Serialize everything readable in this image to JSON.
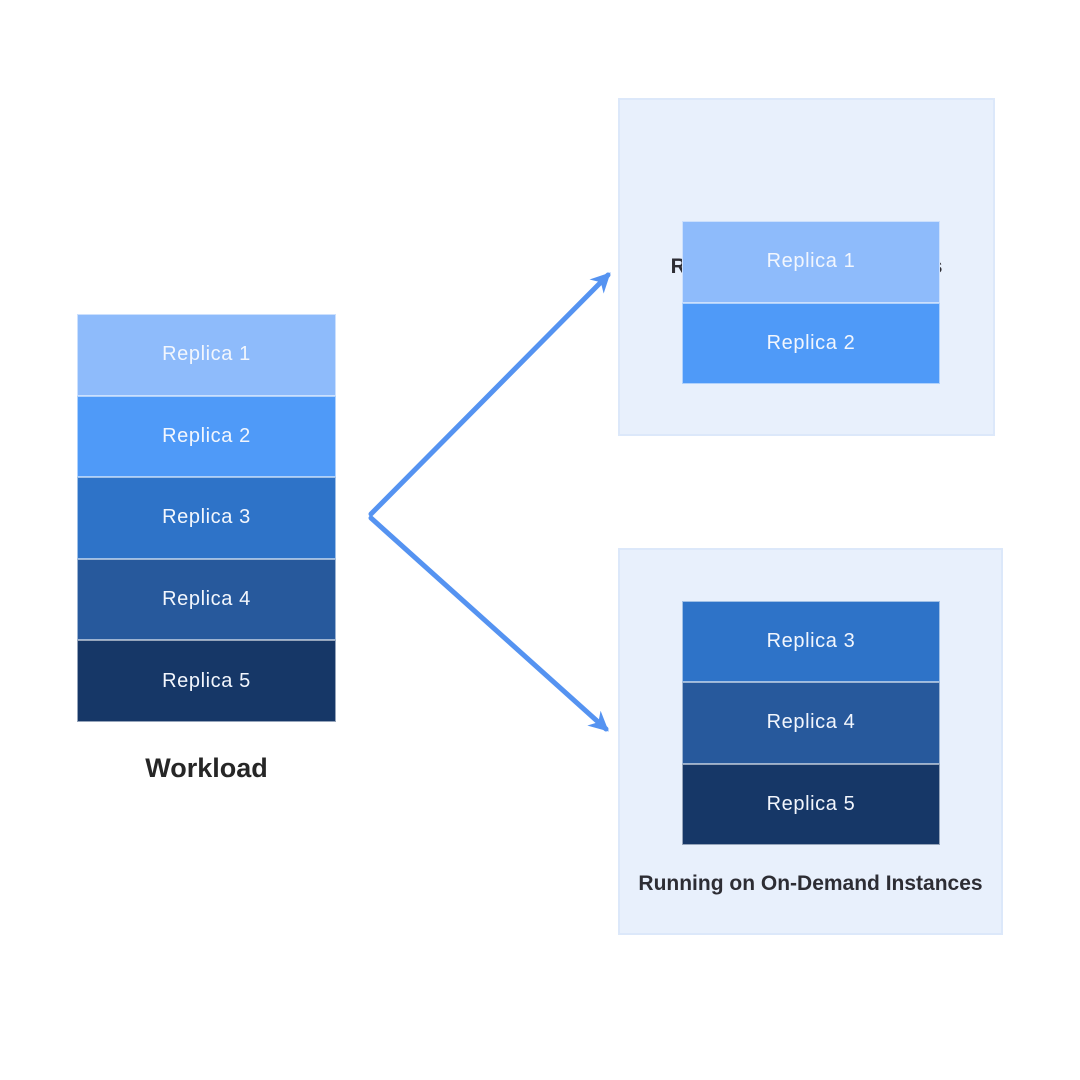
{
  "diagram": {
    "workload": {
      "label": "Workload",
      "replicas": [
        {
          "label": "Replica 1",
          "color": "#8EBBFB"
        },
        {
          "label": "Replica 2",
          "color": "#4F9AF8"
        },
        {
          "label": "Replica 3",
          "color": "#2E73C8"
        },
        {
          "label": "Replica 4",
          "color": "#27599C"
        },
        {
          "label": "Replica 5",
          "color": "#163767"
        }
      ]
    },
    "spot_panel": {
      "title": "Running on Spot Instances",
      "replicas": [
        {
          "label": "Replica 1",
          "color": "#8EBBFB"
        },
        {
          "label": "Replica 2",
          "color": "#4F9AF8"
        }
      ]
    },
    "ondemand_panel": {
      "title": "Running on On-Demand Instances",
      "replicas": [
        {
          "label": "Replica 3",
          "color": "#2E73C8"
        },
        {
          "label": "Replica 4",
          "color": "#27599C"
        },
        {
          "label": "Replica 5",
          "color": "#163767"
        }
      ]
    },
    "colors": {
      "panel_bg": "#E8F0FC",
      "panel_border": "#DCE8FA",
      "arrow": "#5593F1",
      "replica_text": "#F2F6FD",
      "title_text": "#2D2D34",
      "workload_text": "#262626"
    }
  }
}
